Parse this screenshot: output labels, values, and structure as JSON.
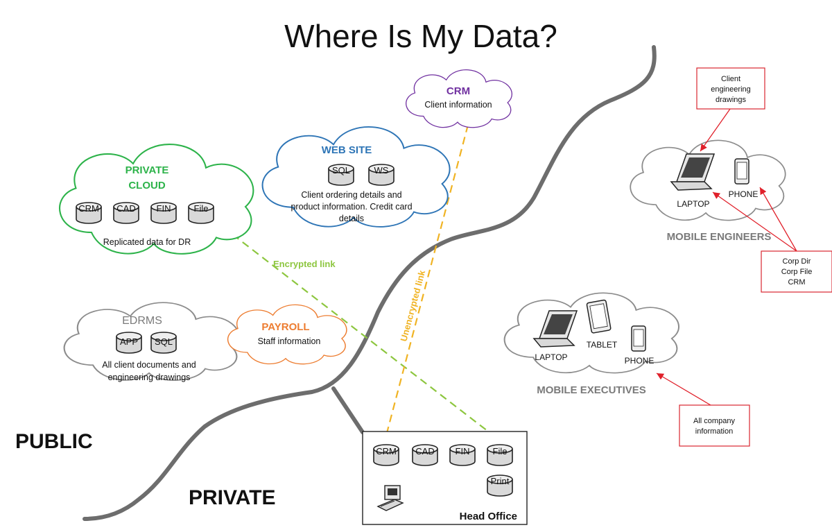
{
  "title": "Where Is My Data?",
  "zones": {
    "public": "PUBLIC",
    "private": "PRIVATE"
  },
  "private_cloud": {
    "title_line1": "PRIVATE",
    "title_line2": "CLOUD",
    "databases": [
      "CRM",
      "CAD",
      "FIN",
      "File"
    ],
    "note": "Replicated data for DR",
    "color": "#2db34a"
  },
  "web_site": {
    "title": "WEB SITE",
    "databases": [
      "SQL",
      "WS"
    ],
    "note_line1": "Client ordering details and",
    "note_line2": "product information.  Credit card",
    "note_line3": "details",
    "color": "#2e75b6"
  },
  "crm_cloud": {
    "title": "CRM",
    "note": "Client information",
    "color": "#7030a0"
  },
  "edrms": {
    "title": "EDRMS",
    "databases": [
      "APP",
      "SQL"
    ],
    "note_line1": "All client documents and",
    "note_line2": "engineering drawings",
    "color": "#8c8c8c"
  },
  "payroll": {
    "title": "PAYROLL",
    "note": "Staff information",
    "color": "#ed7d31"
  },
  "links": {
    "encrypted": "Encrypted link",
    "unencrypted": "Unencrypted link"
  },
  "head_office": {
    "label": "Head Office",
    "databases": [
      "CRM",
      "CAD",
      "FIN",
      "File",
      "Print"
    ]
  },
  "mobile_engineers": {
    "label": "MOBILE ENGINEERS",
    "laptop": "LAPTOP",
    "phone": "PHONE"
  },
  "mobile_executives": {
    "label": "MOBILE EXECUTIVES",
    "laptop": "LAPTOP",
    "tablet": "TABLET",
    "phone": "PHONE"
  },
  "callouts": {
    "engineering": [
      "Client",
      "engineering",
      "drawings"
    ],
    "corp": [
      "Corp Dir",
      "Corp File",
      "CRM"
    ],
    "company": [
      "All company",
      "information"
    ]
  },
  "colors": {
    "callout_border": "#d9262e",
    "boundary": "#6d6d6d",
    "encrypted_link": "#8dc63f",
    "unencrypted_link": "#f0b323"
  }
}
